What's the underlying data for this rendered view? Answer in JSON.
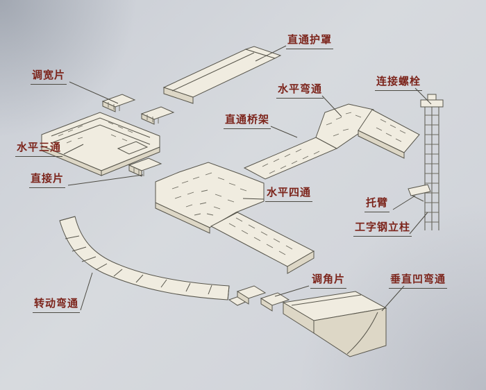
{
  "figure": {
    "type": "isometric-assembly-diagram",
    "subject": "cable tray bridge components",
    "background_color": "#ced1d8",
    "line_color": "#56544a",
    "label_color": "#7c241b"
  },
  "labels": [
    {
      "id": "straight-cover",
      "text": "直通护罩"
    },
    {
      "id": "width-adjust-piece",
      "text": "调宽片"
    },
    {
      "id": "horizontal-bend",
      "text": "水平弯通"
    },
    {
      "id": "connecting-bolt",
      "text": "连接螺栓"
    },
    {
      "id": "straight-tray",
      "text": "直通桥架"
    },
    {
      "id": "horizontal-tee",
      "text": "水平三通"
    },
    {
      "id": "direct-piece",
      "text": "直接片"
    },
    {
      "id": "horizontal-cross",
      "text": "水平四通"
    },
    {
      "id": "support-arm",
      "text": "托臂"
    },
    {
      "id": "i-beam-column",
      "text": "工字钢立柱"
    },
    {
      "id": "angle-adjust-piece",
      "text": "调角片"
    },
    {
      "id": "vertical-concave-bend",
      "text": "垂直凹弯通"
    },
    {
      "id": "rotating-bend",
      "text": "转动弯通"
    }
  ]
}
